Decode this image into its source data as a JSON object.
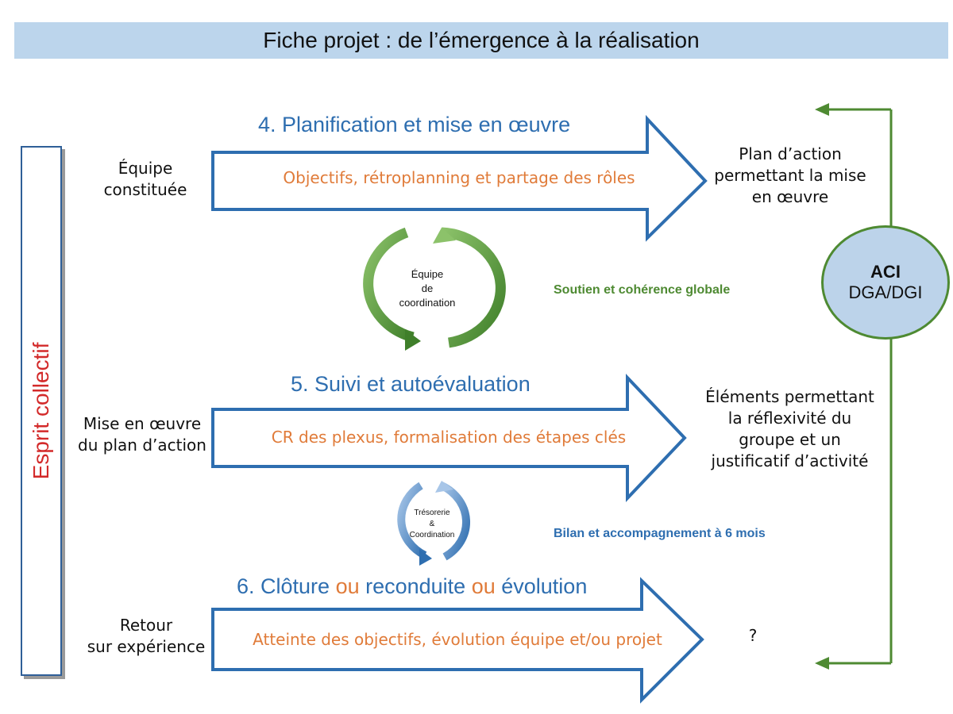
{
  "title": "Fiche projet : de l’émergence à la réalisation",
  "side_label": "Esprit collectif",
  "steps": [
    {
      "title": "4. Planification et mise en œuvre",
      "input": [
        "Équipe",
        "constituée"
      ],
      "arrow_text": "Objectifs, rétroplanning et partage des rôles",
      "output": [
        "Plan d’action",
        "permettant la mise",
        "en œuvre"
      ]
    },
    {
      "title": "5. Suivi et autoévaluation",
      "input": [
        "Mise en œuvre",
        "du plan d’action"
      ],
      "arrow_text": "CR des plexus, formalisation des étapes clés",
      "output": [
        "Éléments permettant",
        "la réflexivité du",
        "groupe et un",
        "justificatif d’activité"
      ]
    },
    {
      "title_parts": [
        "6. Clôture ",
        "ou",
        " reconduite ",
        "ou",
        " évolution"
      ],
      "input": [
        "Retour",
        "sur expérience"
      ],
      "arrow_text": "Atteinte des objectifs, évolution équipe et/ou projet",
      "output": [
        "?"
      ]
    }
  ],
  "cycles": [
    {
      "lines": [
        "Équipe",
        "de",
        "coordination"
      ],
      "note": "Soutien et cohérence globale"
    },
    {
      "lines": [
        "Trésorerie",
        "&",
        "Coordination"
      ],
      "note": "Bilan et accompagnement à 6 mois"
    }
  ],
  "aci": {
    "line1": "ACI",
    "line2": "DGA/DGI"
  },
  "colors": {
    "header_bg": "#bcd5ec",
    "arrow_stroke": "#2e6eb0",
    "arrow_text": "#e07b39",
    "green": "#4e8a32",
    "red": "#d32a2a",
    "aci_fill": "#bcd3ea"
  }
}
